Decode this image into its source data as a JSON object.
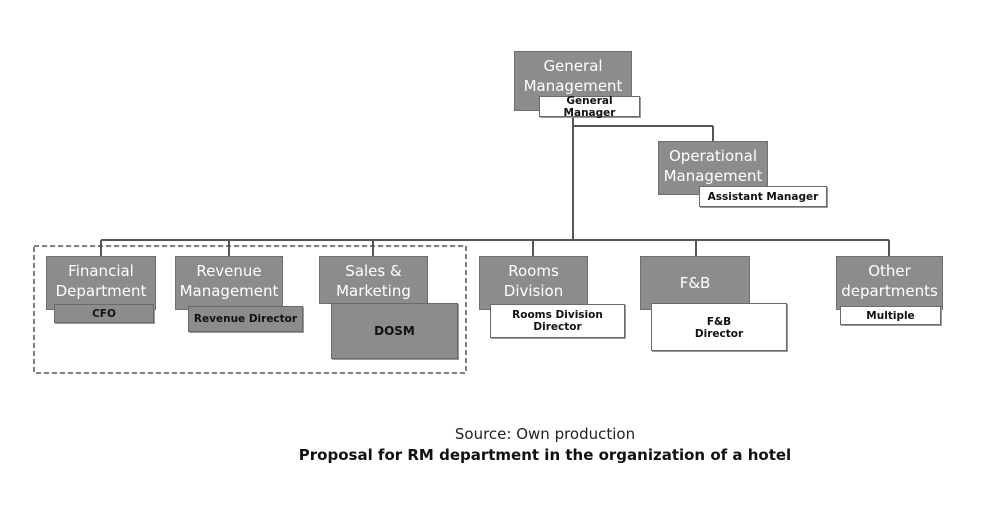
{
  "org_chart": {
    "general_management": {
      "line1": "General",
      "line2": "Management",
      "role": "General Manager"
    },
    "operational_management": {
      "line1": "Operational",
      "line2": "Management",
      "role": "Assistant Manager"
    },
    "financial": {
      "line1": "Financial",
      "line2": "Department",
      "role": "CFO"
    },
    "revenue": {
      "line1": "Revenue",
      "line2": "Management",
      "role": "Revenue Director"
    },
    "sales": {
      "line1": "Sales &",
      "line2": "Marketing",
      "role": "DOSM"
    },
    "rooms": {
      "line1": "Rooms",
      "line2": "Division",
      "role_line1": "Rooms Division",
      "role_line2": "Director"
    },
    "fb": {
      "line1": "F&B",
      "role_line1": "F&B",
      "role_line2": "Director"
    },
    "other": {
      "line1": "Other",
      "line2": "departments",
      "role": "Multiple"
    }
  },
  "caption": {
    "source": "Source: Own production",
    "title": "Proposal for RM department in the organization of a hotel"
  }
}
